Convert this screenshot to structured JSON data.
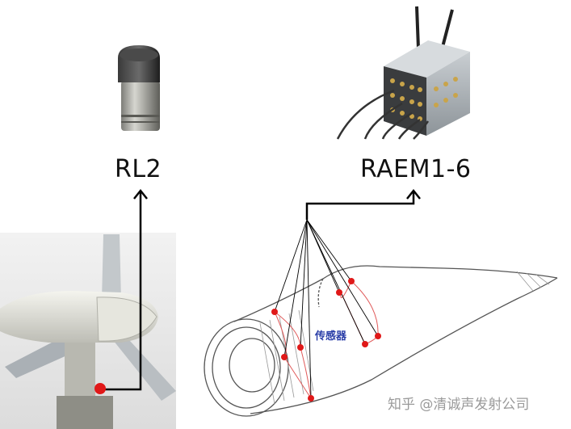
{
  "labels": {
    "sensor_model": "RL2",
    "system_model": "RAEM1-6",
    "blade_sensors": "传感器"
  },
  "watermark": "知乎 @清诚声发射公司",
  "colors": {
    "sensor_dot": "#e01818",
    "connector": "#000000",
    "blade_outline": "#555555",
    "blade_label": "#2b3fa8"
  }
}
